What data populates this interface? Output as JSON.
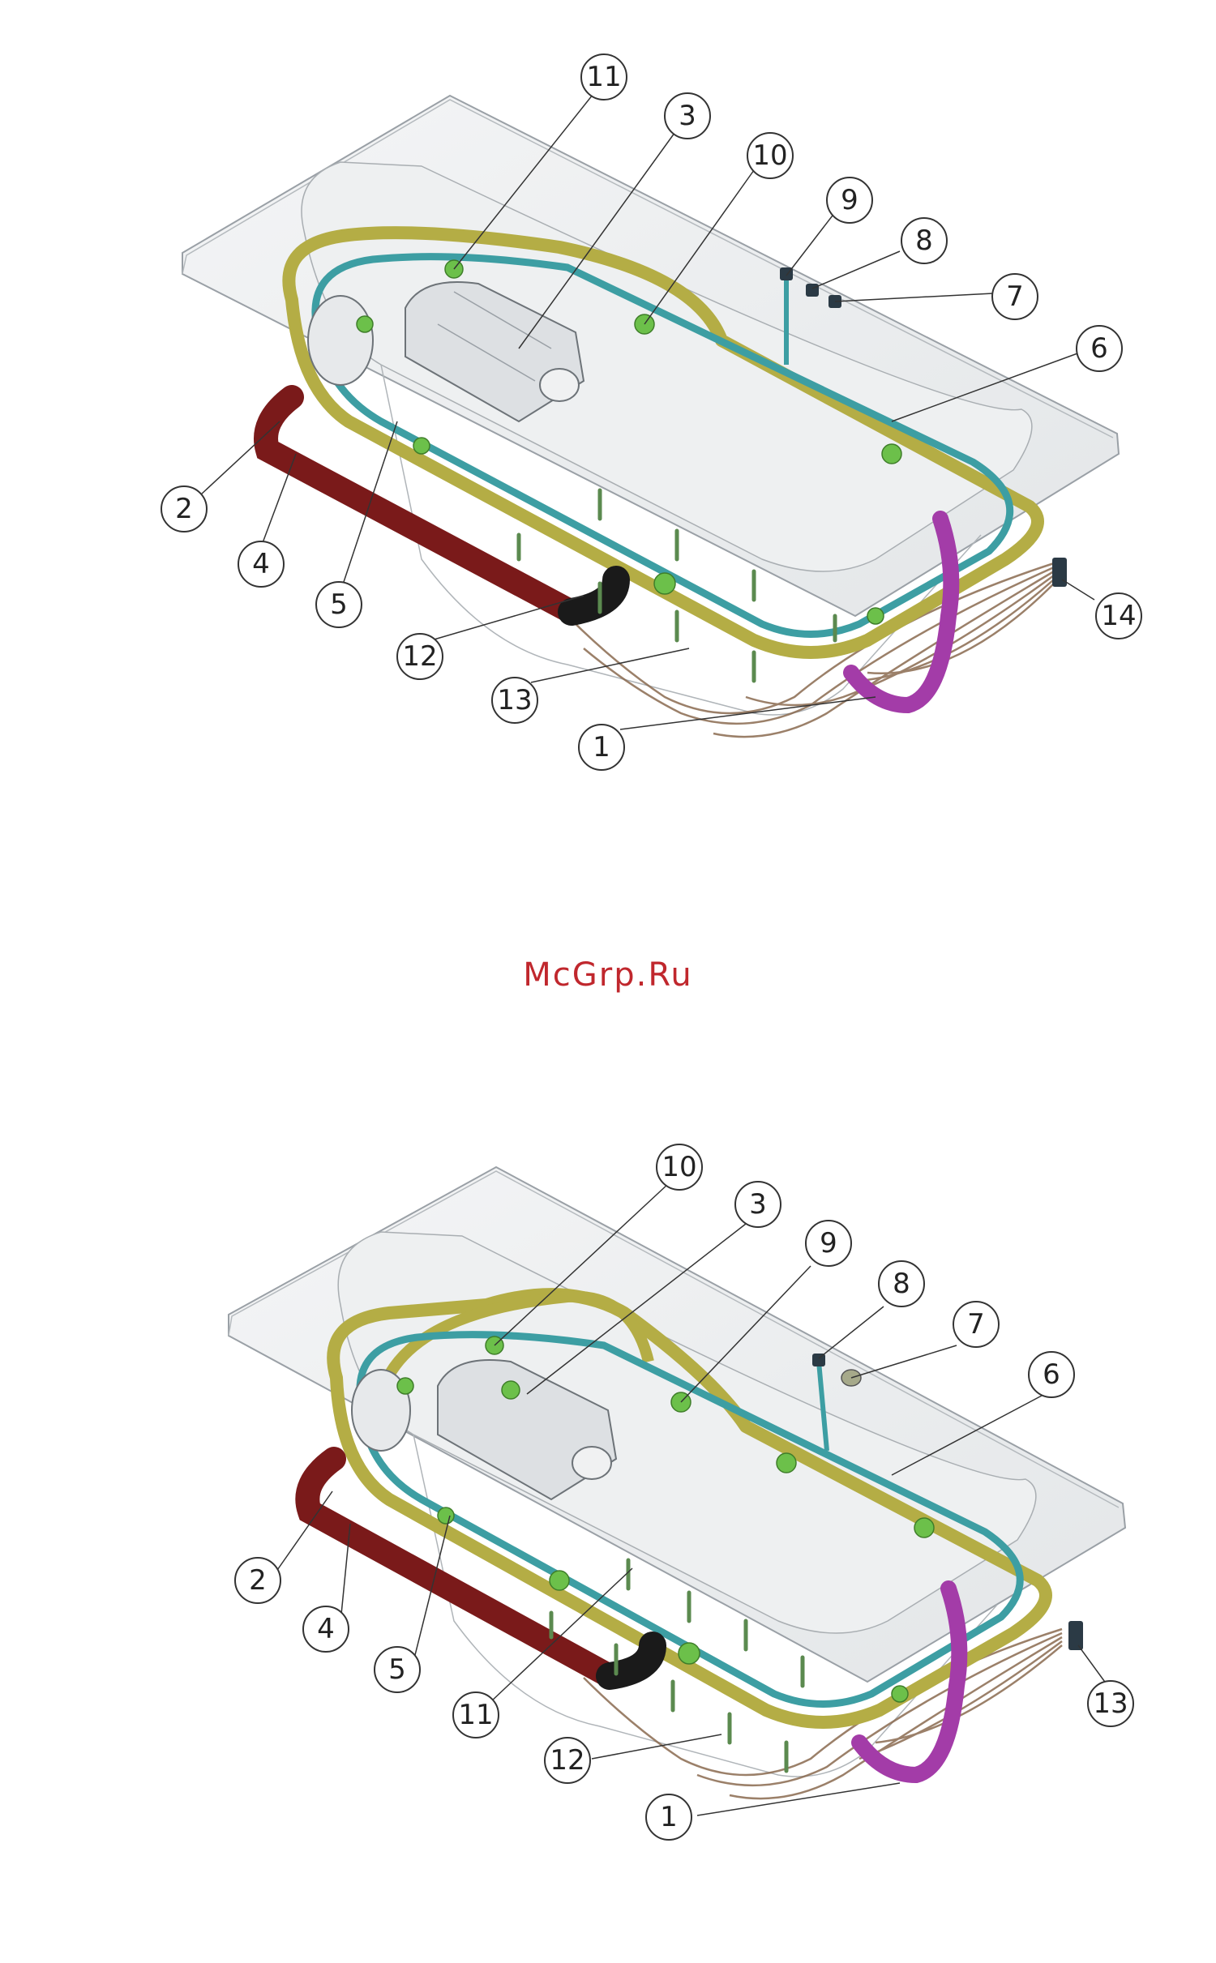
{
  "watermark": "McGrp.Ru",
  "diagram_top": {
    "callouts": [
      "1",
      "2",
      "3",
      "4",
      "5",
      "6",
      "7",
      "8",
      "9",
      "10",
      "11",
      "12",
      "13",
      "14"
    ]
  },
  "diagram_bottom": {
    "callouts": [
      "1",
      "2",
      "3",
      "4",
      "5",
      "6",
      "7",
      "8",
      "9",
      "10",
      "11",
      "12",
      "13"
    ]
  },
  "colors": {
    "hose_olive": "#b4ad45",
    "hose_teal": "#3d9ea3",
    "hose_red": "#7a1a1a",
    "hose_purple": "#a33ca8",
    "fitting_green": "#6cc04a",
    "wire_brown": "#8a6a50",
    "tub_outline": "#9aa0a6"
  }
}
